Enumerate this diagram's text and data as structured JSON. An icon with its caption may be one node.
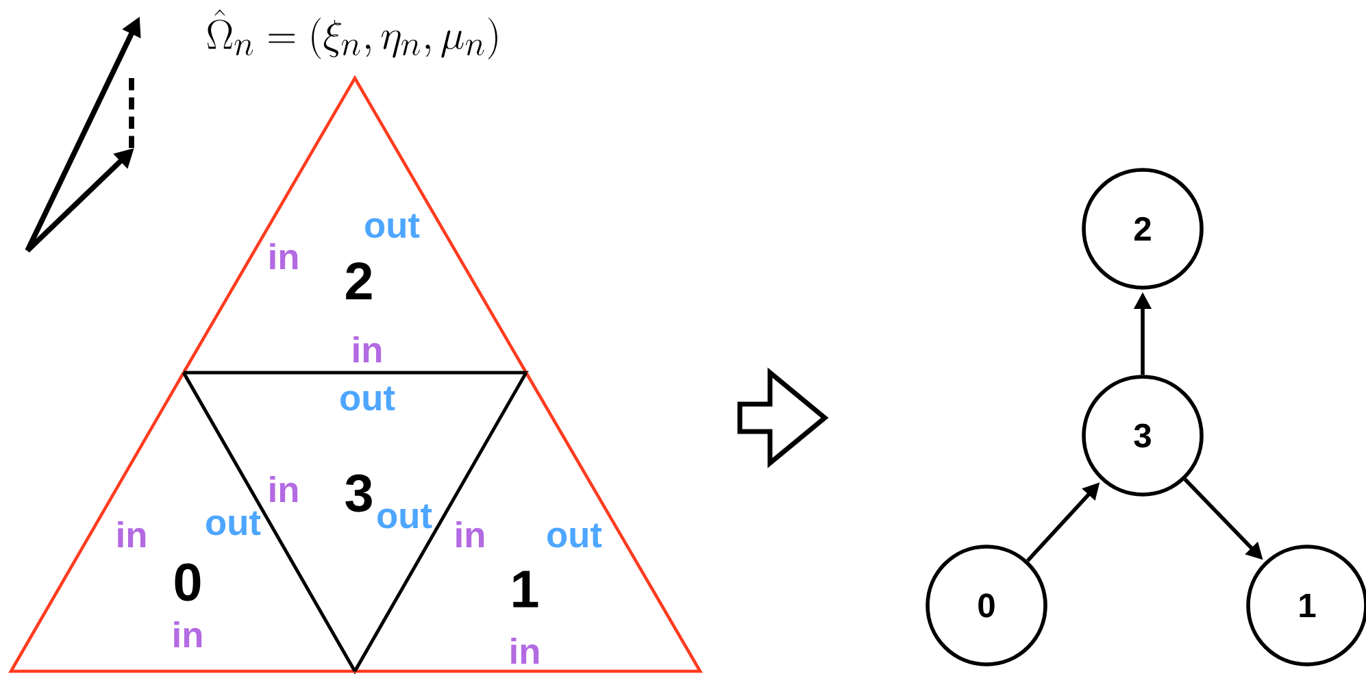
{
  "diagram": {
    "nodes": [
      {
        "text": [
          "2"
        ]
      },
      {
        "text": [
          "3"
        ]
      },
      {
        "text": [
          "0"
        ]
      },
      {
        "text": [
          "1"
        ]
      },
      {
        "text": [
          "2"
        ]
      },
      {
        "text": [
          "3"
        ]
      },
      {
        "text": [
          "0"
        ]
      },
      {
        "text": [
          "1"
        ]
      }
    ],
    "edges": [
      {
        "from": 5,
        "to": 4,
        "arrow": "to"
      },
      {
        "from": 6,
        "to": 5,
        "arrow": "to"
      },
      {
        "from": 5,
        "to": 7,
        "arrow": "to"
      }
    ],
    "labels": [
      "\\hat{\\Omega}_n = (\\xi_n, \\eta_n, \\mu_n)",
      "out",
      "in",
      "in",
      "out",
      "in",
      "out",
      "out",
      "in",
      "in",
      "out",
      "in",
      "in"
    ]
  }
}
